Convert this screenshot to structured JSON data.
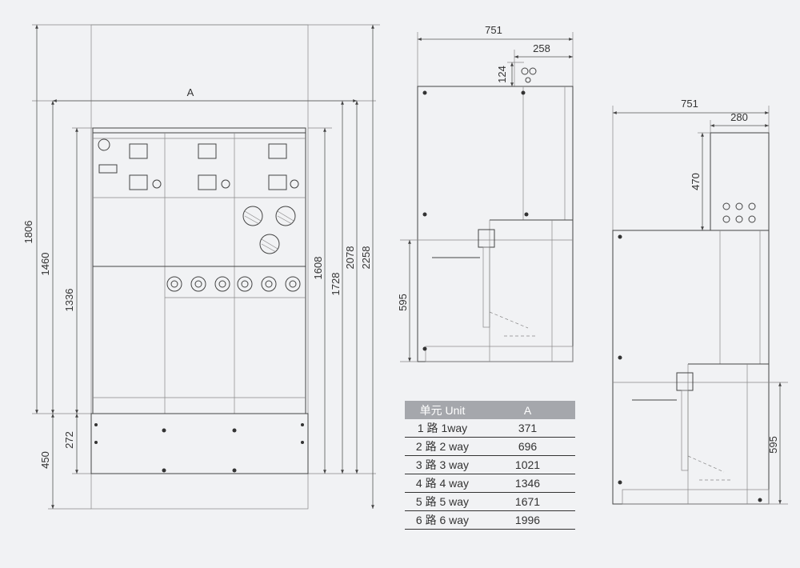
{
  "front_view": {
    "dim_total_height": "1806",
    "dim_upper_height": "1460",
    "dim_panel_height": "1336",
    "dim_base_height": "272",
    "dim_base_total": "450",
    "dim_width": "A",
    "dim_1608": "1608",
    "dim_1728": "1728",
    "dim_2078": "2078",
    "dim_2258": "2258"
  },
  "side_view_1": {
    "dim_depth": "751",
    "dim_top": "258",
    "dim_124": "124",
    "dim_595": "595"
  },
  "side_view_2": {
    "dim_depth": "751",
    "dim_top": "280",
    "dim_470": "470",
    "dim_595": "595"
  },
  "table": {
    "headers": [
      "单元  Unit",
      "A"
    ],
    "rows": [
      {
        "unit": "1 路  1way",
        "a": "371"
      },
      {
        "unit": "2 路  2 way",
        "a": "696"
      },
      {
        "unit": "3 路  3 way",
        "a": "1021"
      },
      {
        "unit": "4 路  4 way",
        "a": "1346"
      },
      {
        "unit": "5 路  5 way",
        "a": "1671"
      },
      {
        "unit": "6 路  6 way",
        "a": "1996"
      }
    ]
  }
}
